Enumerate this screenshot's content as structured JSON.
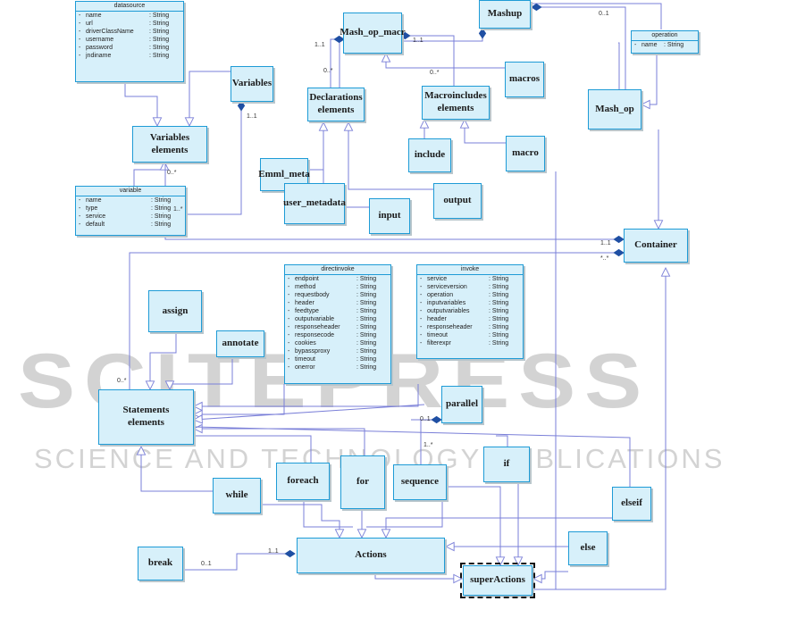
{
  "classes": {
    "datasource": {
      "title": "datasource",
      "rows": [
        [
          "-",
          "name",
          ": String"
        ],
        [
          "-",
          "url",
          ": String"
        ],
        [
          "-",
          "driverClassName",
          ": String"
        ],
        [
          "-",
          "username",
          ": String"
        ],
        [
          "-",
          "password",
          ": String"
        ],
        [
          "-",
          "jndiname",
          ": String"
        ]
      ]
    },
    "variable": {
      "title": "variable",
      "rows": [
        [
          "-",
          "name",
          ": String"
        ],
        [
          "-",
          "type",
          ": String"
        ],
        [
          "-",
          "service",
          ": String"
        ],
        [
          "-",
          "default",
          ": String"
        ]
      ]
    },
    "operation": {
      "title": "operation",
      "rows": [
        [
          "-",
          "name",
          ": String"
        ]
      ]
    },
    "directinvoke": {
      "title": "directinvoke",
      "rows": [
        [
          "-",
          "endpoint",
          ": String"
        ],
        [
          "-",
          "method",
          ": String"
        ],
        [
          "-",
          "requestbody",
          ": String"
        ],
        [
          "-",
          "header",
          ": String"
        ],
        [
          "-",
          "feedtype",
          ": String"
        ],
        [
          "-",
          "outputvariable",
          ": String"
        ],
        [
          "-",
          "responseheader",
          ": String"
        ],
        [
          "-",
          "responsecode",
          ": String"
        ],
        [
          "-",
          "cookies",
          ": String"
        ],
        [
          "-",
          "bypassproxy",
          ": String"
        ],
        [
          "-",
          "timeout",
          ": String"
        ],
        [
          "-",
          "onerror",
          ": String"
        ]
      ]
    },
    "invoke": {
      "title": "invoke",
      "rows": [
        [
          "-",
          "service",
          ": String"
        ],
        [
          "-",
          "serviceversion",
          ": String"
        ],
        [
          "-",
          "operation",
          ": String"
        ],
        [
          "-",
          "inputvariables",
          ": String"
        ],
        [
          "-",
          "outputvariables",
          ": String"
        ],
        [
          "-",
          "header",
          ": String"
        ],
        [
          "-",
          "responseheader",
          ": String"
        ],
        [
          "-",
          "timeout",
          ": String"
        ],
        [
          "-",
          "filterexpr",
          ": String"
        ]
      ]
    }
  },
  "boxes": {
    "mashup": "Mashup",
    "mash_op_macr": "Mash_op_macr",
    "variables": "Variables",
    "declarations": "Declarations\nelements",
    "macroincludes": "Macroincludes\nelements",
    "macros": "macros",
    "mash_op": "Mash_op",
    "variables_elements": "Variables\nelements",
    "include": "include",
    "macro": "macro",
    "emml_meta": "Emml_meta",
    "user_metadata": "user_metadata",
    "input": "input",
    "output": "output",
    "container": "Container",
    "assign": "assign",
    "annotate": "annotate",
    "statements": "Statements\nelements",
    "parallel": "parallel",
    "foreach": "foreach",
    "for": "for",
    "sequence": "sequence",
    "if": "if",
    "while": "while",
    "elseif": "elseif",
    "break": "break",
    "actions": "Actions",
    "else": "else",
    "superactions": "superActions"
  },
  "multiplicities": {
    "m1": "1..1",
    "m2": "0..*",
    "m3": "1..1",
    "m4": "0..*",
    "m5": "0..1",
    "m6": "1..1",
    "m7": "0..*",
    "m8": "1..*",
    "m9": "1..1",
    "m10": "*..*",
    "m11": "0..*",
    "m12": "0..1",
    "m13": "1..*",
    "m14": "1..1",
    "m15": "0..1"
  },
  "watermark": {
    "line1": "SCITEPRESS",
    "line2": "SCIENCE AND TECHNOLOGY PUBLICATIONS"
  }
}
